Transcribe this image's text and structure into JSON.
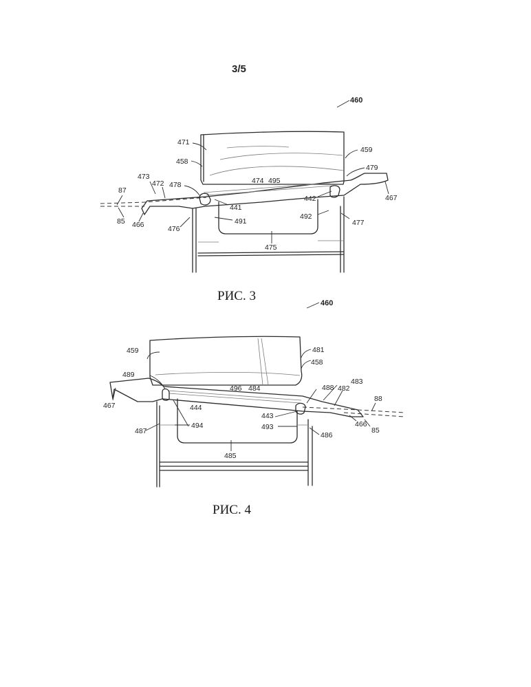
{
  "sheet": {
    "number": "3/5"
  },
  "figures": [
    {
      "caption": "РИС. 3",
      "assembly_ref": "460"
    },
    {
      "caption": "РИС. 4",
      "assembly_ref": "460"
    }
  ],
  "fig3_labels": [
    "471",
    "459",
    "458",
    "479",
    "473",
    "87",
    "472",
    "478",
    "474",
    "495",
    "442",
    "467",
    "441",
    "85",
    "466",
    "491",
    "492",
    "477",
    "476",
    "475"
  ],
  "fig4_labels": [
    "481",
    "459",
    "458",
    "489",
    "496",
    "484",
    "488",
    "483",
    "482",
    "88",
    "467",
    "444",
    "443",
    "466",
    "85",
    "487",
    "494",
    "493",
    "486",
    "485"
  ]
}
